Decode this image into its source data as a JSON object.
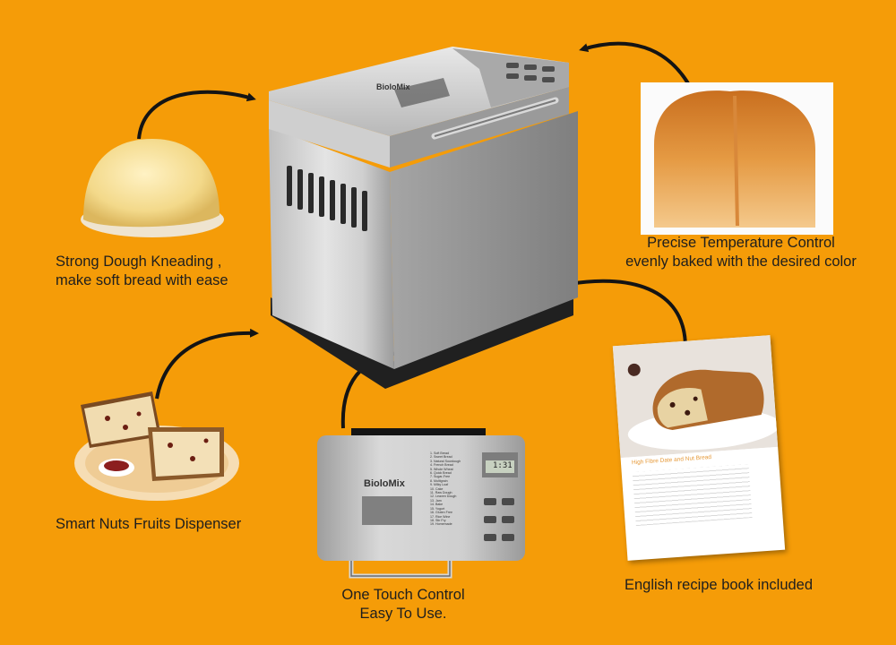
{
  "colors": {
    "background": "#f59c08",
    "steel_light": "#d9d9d9",
    "steel_dark": "#8a8a8a",
    "arrow": "#141414"
  },
  "features": {
    "dough": {
      "line1": "Strong Dough Kneading ,",
      "line2": "make soft bread with ease"
    },
    "temperature": {
      "line1": "Precise Temperature Control",
      "line2": "evenly baked with the desired color"
    },
    "dispenser": {
      "line1": "Smart Nuts Fruits Dispenser"
    },
    "control": {
      "line1": "One Touch Control",
      "line2": "Easy To Use."
    },
    "recipe": {
      "line1": "English recipe book included"
    }
  },
  "machine": {
    "brand": "BioloMix"
  },
  "control_panel": {
    "brand": "BioloMix",
    "display": "1:31",
    "programs": [
      "1. Soft Bread",
      "2. Sweet Bread",
      "3. Natural Sourdough",
      "4. French Bread",
      "5. Whole Wheat",
      "6. Quick Bread",
      "7. Sugar-Free",
      "8. Multigrain",
      "9. Milky Loaf",
      "10. Cake",
      "11. Raw Dough",
      "12. Leaven Dough",
      "13. Jam",
      "14. Bake",
      "15. Yogurt",
      "16. Gluten Free",
      "17. Rice Wine",
      "18. Stir Fry",
      "19. Homemade"
    ]
  },
  "recipe_book": {
    "title": "High Fibre Date and Nut Bread"
  }
}
